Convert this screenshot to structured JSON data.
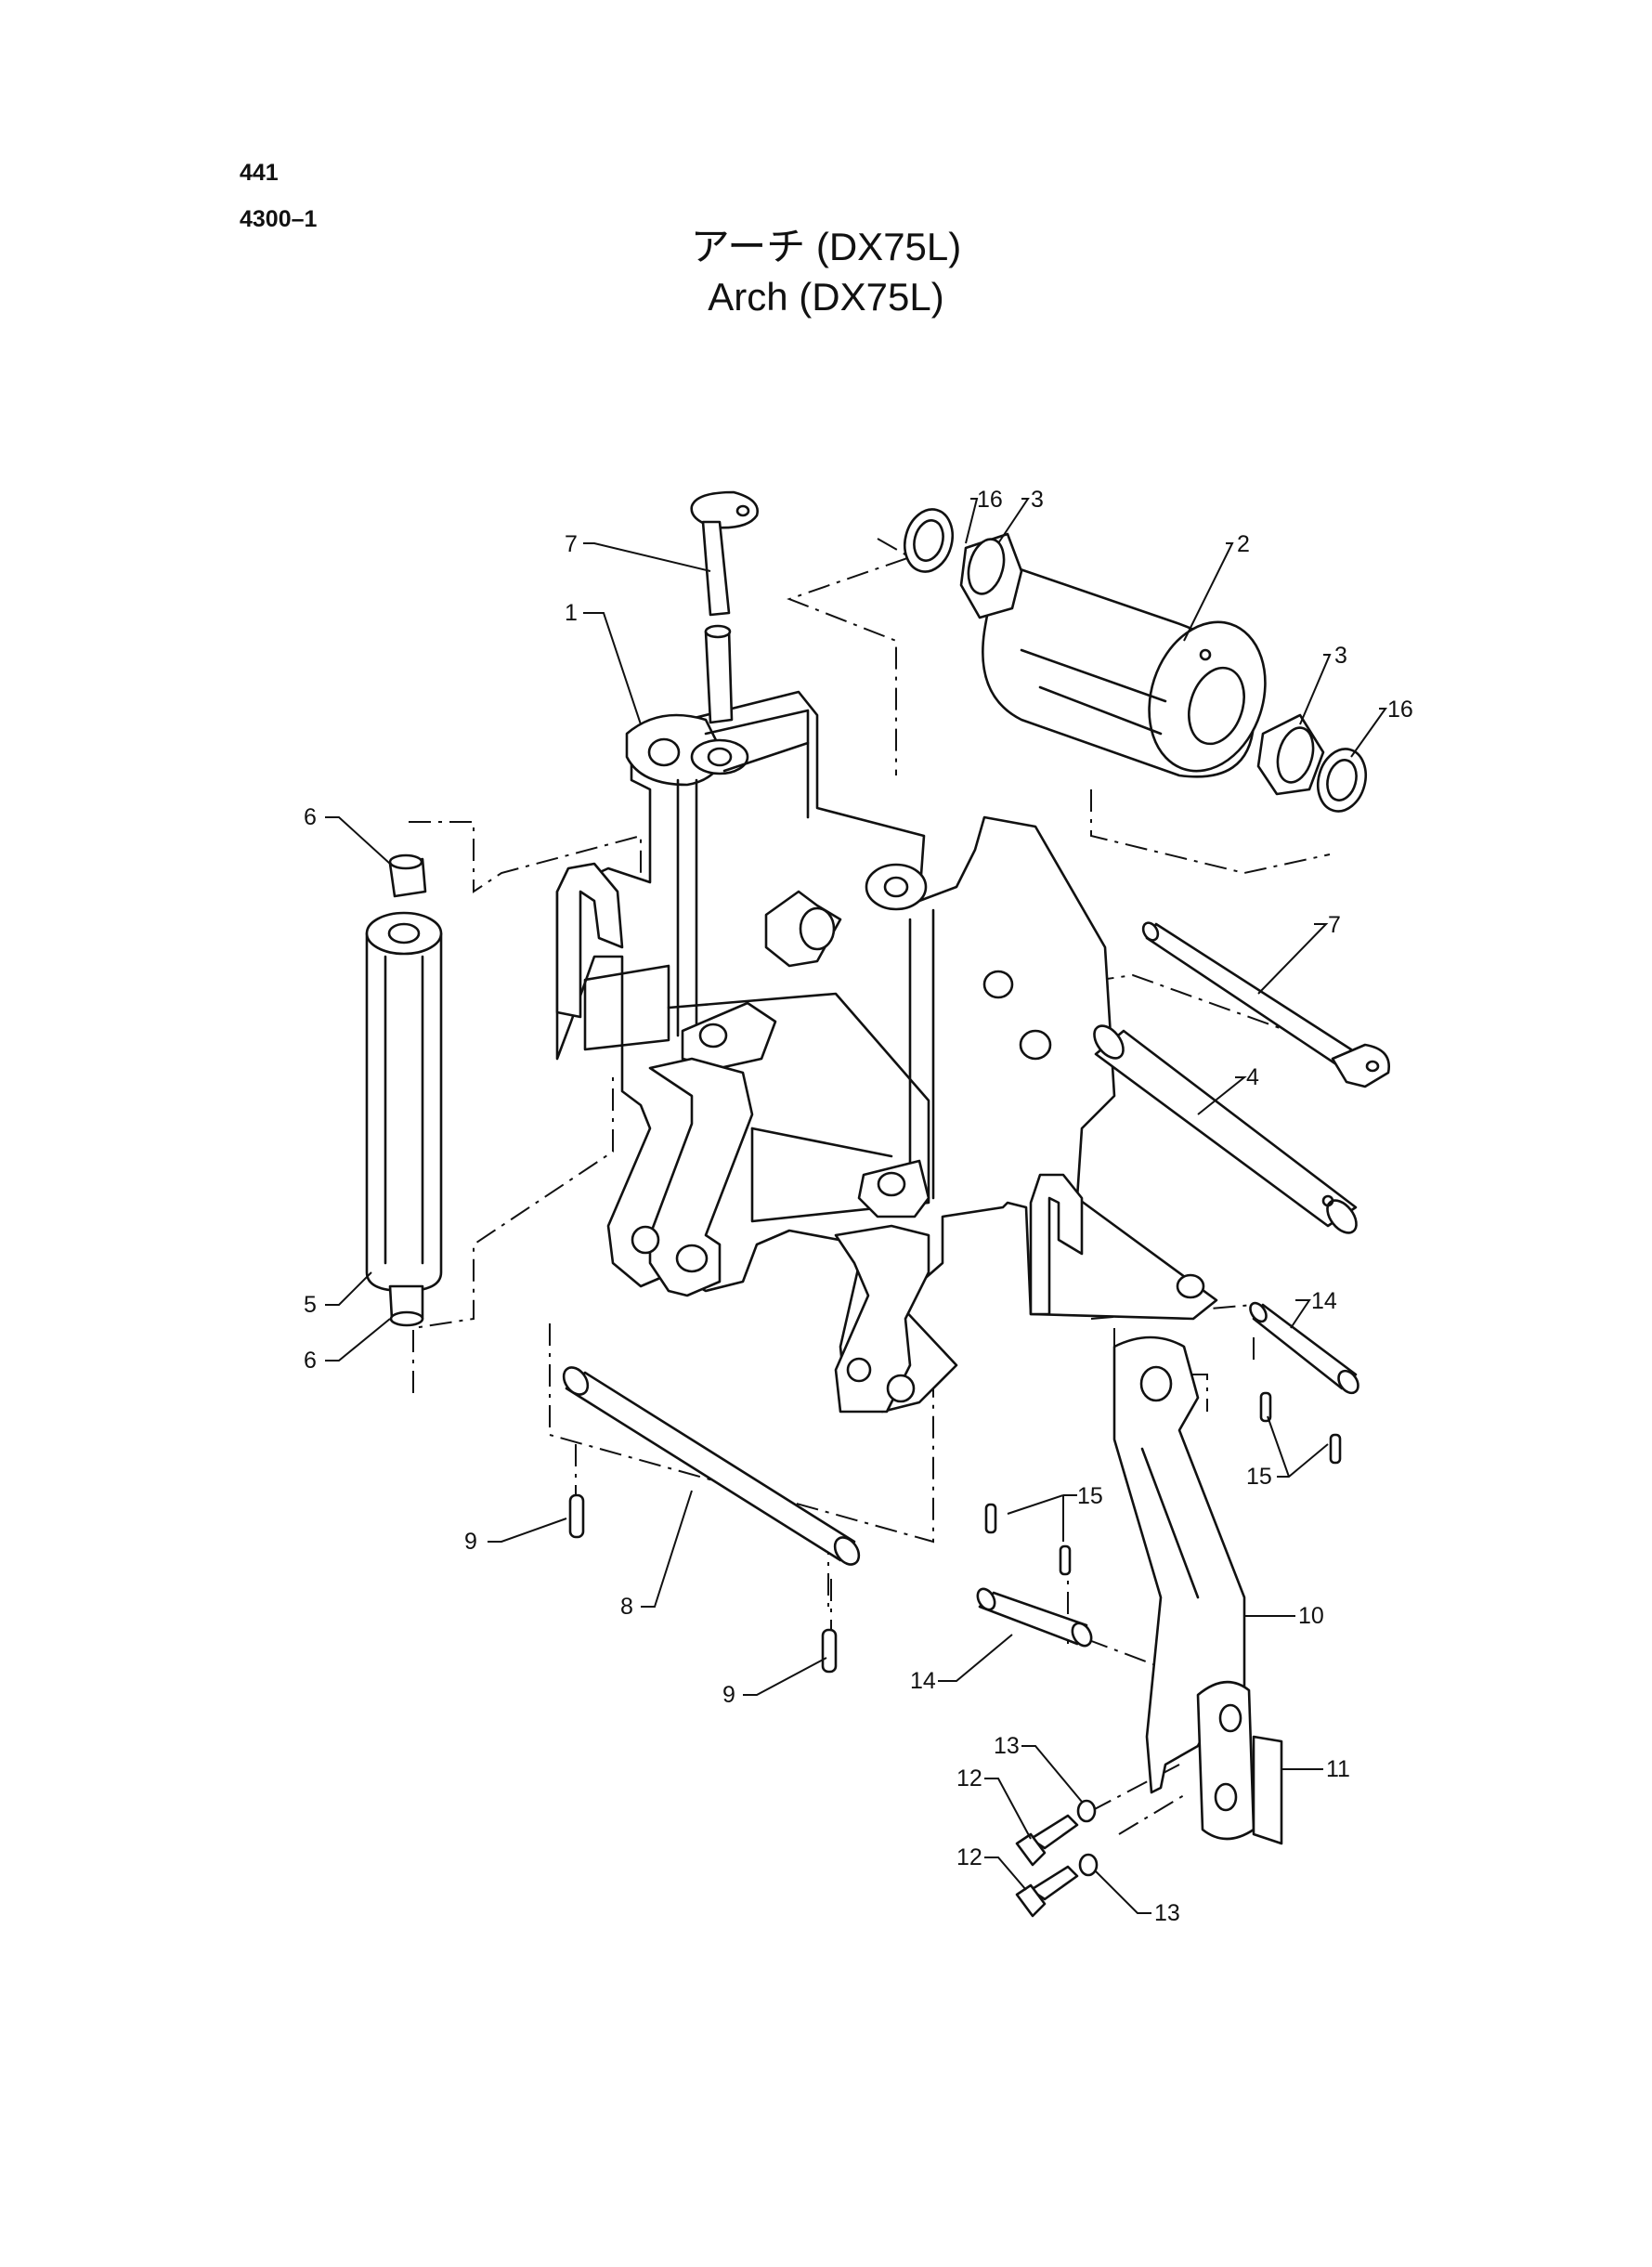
{
  "header": {
    "page_number": "441",
    "section_number": "4300–1",
    "title_ja": "アーチ (DX75L)",
    "title_en": "Arch (DX75L)"
  },
  "callouts": {
    "c1": "1",
    "c2": "2",
    "c3a": "3",
    "c3b": "3",
    "c4": "4",
    "c5": "5",
    "c6a": "6",
    "c6b": "6",
    "c7a": "7",
    "c7b": "7",
    "c8": "8",
    "c9a": "9",
    "c9b": "9",
    "c10": "10",
    "c11": "11",
    "c12a": "12",
    "c12b": "12",
    "c13a": "13",
    "c13b": "13",
    "c14a": "14",
    "c14b": "14",
    "c15a": "15",
    "c15b": "15",
    "c16a": "16",
    "c16b": "16"
  }
}
